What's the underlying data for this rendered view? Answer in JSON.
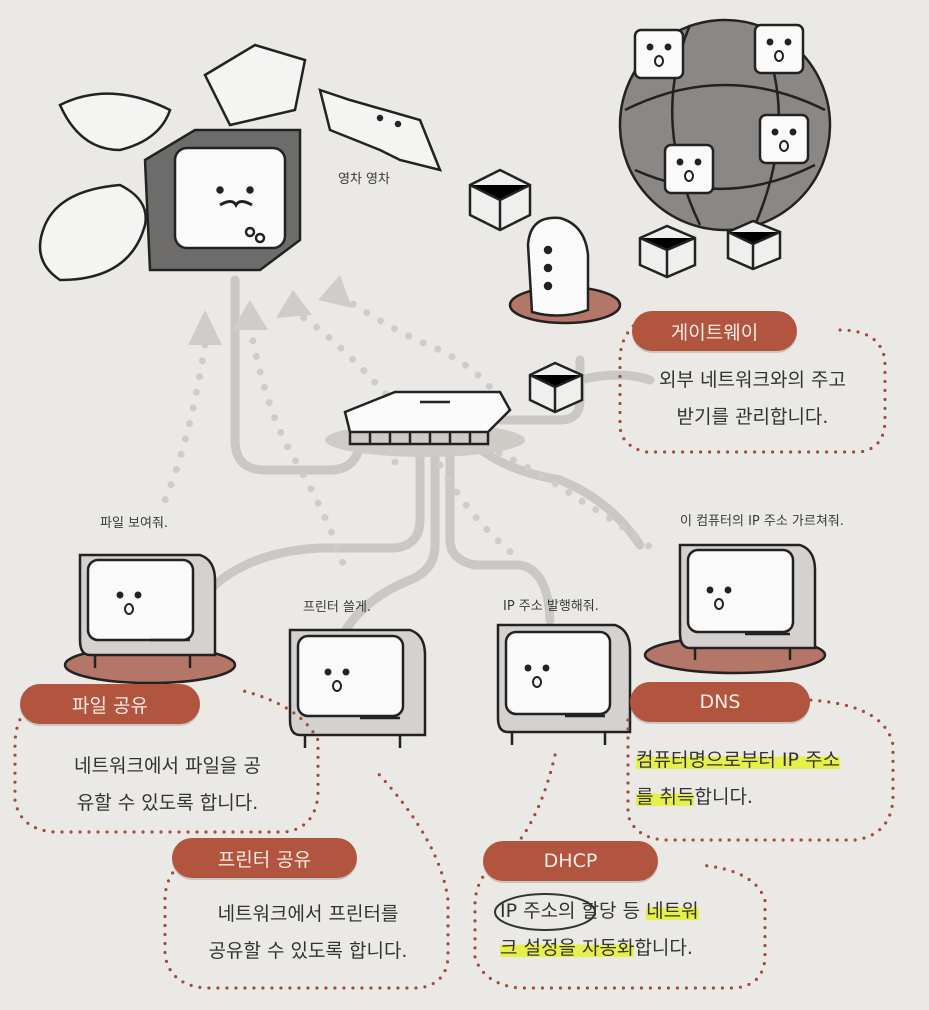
{
  "speech": {
    "hardworking": "영차 영차",
    "file_server": "파일 보여줘.",
    "printer_server": "프린터 쓸게.",
    "dhcp_server": "IP 주소 발행해줘.",
    "dns_server": "이 컴퓨터의 IP 주소 가르쳐줘."
  },
  "callouts": {
    "gateway": {
      "title": "게이트웨이",
      "line1": "외부 네트워크와의 주고",
      "line2": "받기를 관리합니다."
    },
    "file_sharing": {
      "title": "파일 공유",
      "line1": "네트워크에서 파일을 공",
      "line2": "유할 수 있도록 합니다."
    },
    "printer_sharing": {
      "title": "프린터 공유",
      "line1": "네트워크에서 프린터를",
      "line2": "공유할 수 있도록 합니다."
    },
    "dns": {
      "title": "DNS",
      "line1_highlight": "컴퓨터명으로부터 IP 주소",
      "line2_highlight": "를 취득",
      "line2_rest": "합니다."
    },
    "dhcp": {
      "title": "DHCP",
      "line1_plain": "IP 주소의 할당 등 ",
      "line1_highlight": "네트워",
      "line2_highlight": "크 설정을 자동화",
      "line2_rest": "합니다."
    }
  },
  "colors": {
    "tag_fill": "#b2553f",
    "dotted_border": "#a24d3a",
    "highlight": "#e7f04a",
    "cable": "#c9c7c4"
  }
}
